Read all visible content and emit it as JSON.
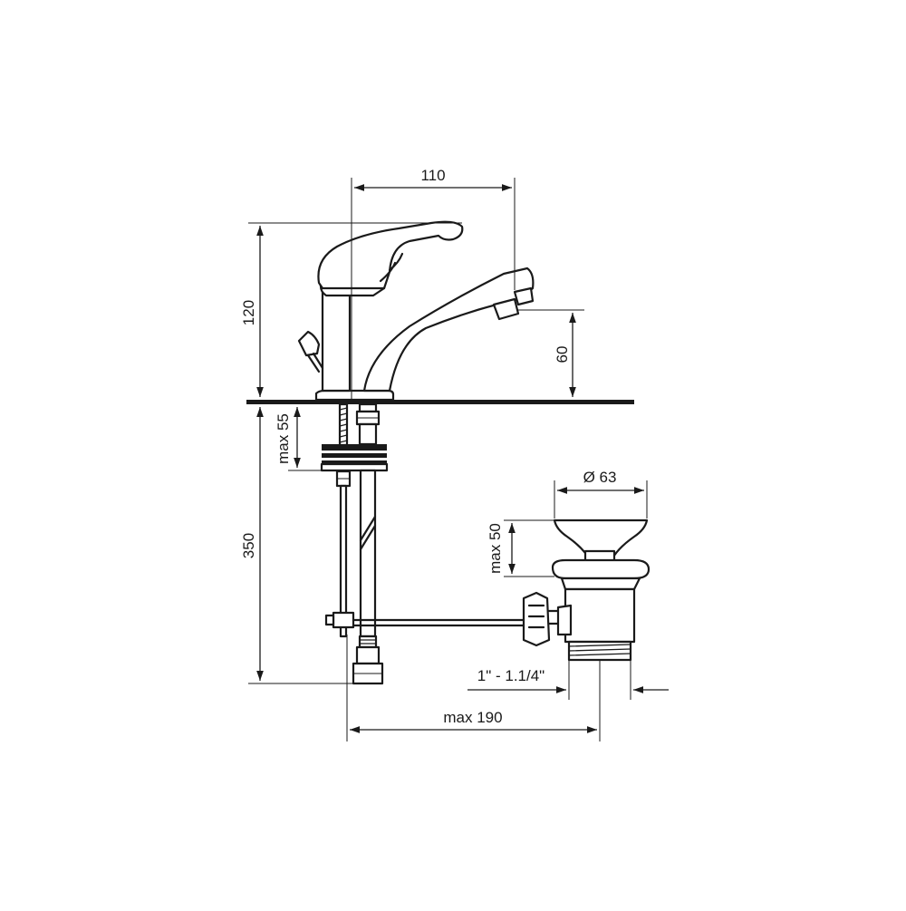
{
  "dimensions": {
    "spout_reach": "110",
    "total_height": "120",
    "spout_height": "60",
    "max_under_counter": "max 55",
    "supply_length": "350",
    "waste_diameter": "Ø 63",
    "waste_max_height": "max 50",
    "waste_thread": "1\" - 1.1/4\"",
    "max_offset": "max 190"
  }
}
